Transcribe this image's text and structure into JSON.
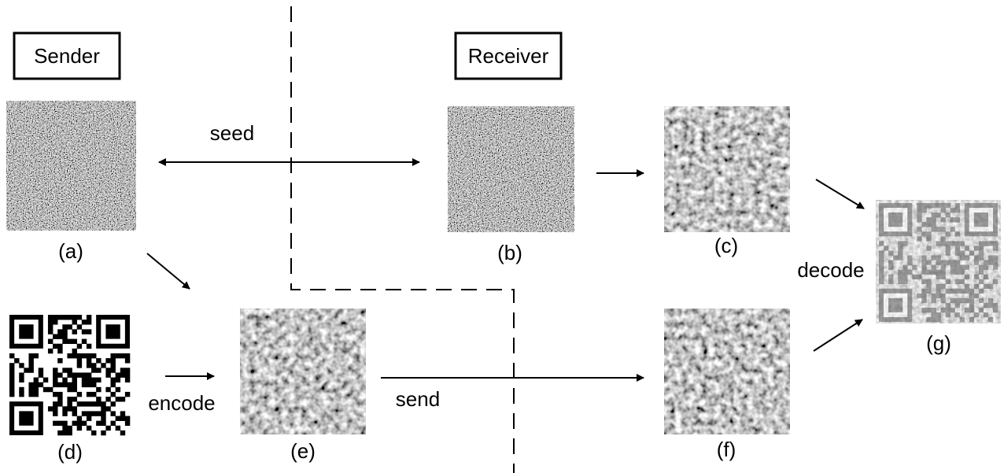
{
  "roles": {
    "sender": "Sender",
    "receiver": "Receiver"
  },
  "edges": {
    "seed": "seed",
    "encode": "encode",
    "send": "send",
    "decode": "decode"
  },
  "panels": {
    "a": "(a)",
    "b": "(b)",
    "c": "(c)",
    "d": "(d)",
    "e": "(e)",
    "f": "(f)",
    "g": "(g)"
  },
  "colors": {
    "ink": "#000000",
    "noise_dark": "#1e1e1e",
    "noise_light": "#e6e6e6",
    "texture_dark": "#4a4a4a",
    "texture_light": "#d2d2d2"
  },
  "icons": {
    "arrow": "arrowhead",
    "qr": "qr-code-icon"
  }
}
